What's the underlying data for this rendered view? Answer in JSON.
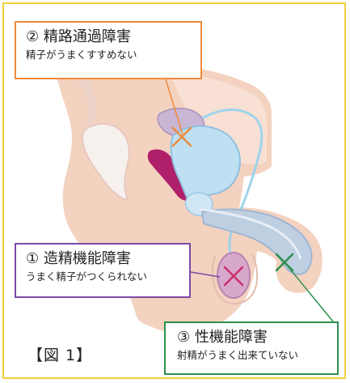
{
  "callouts": {
    "sperm_transport": {
      "title": "② 精路通過障害",
      "subtitle": "精子がうまくすすめない",
      "color": "#ee8a3a"
    },
    "spermatogenesis": {
      "title": "① 造精機能障害",
      "subtitle": "うまく精子がつくられない",
      "color": "#7c4aa6"
    },
    "sexual_function": {
      "title": "③ 性機能障害",
      "subtitle": "射精がうまく出来ていない",
      "color": "#2f8f4e"
    }
  },
  "figure_label": "【図 1】",
  "colors": {
    "frame_border": "#f2cf3c",
    "skin": "#f3d2c0",
    "organ_blue": "#bfe0f2",
    "organ_purple": "#c9b6d4",
    "rectum": "#b01f6a",
    "bone": "#f7f1ee"
  }
}
